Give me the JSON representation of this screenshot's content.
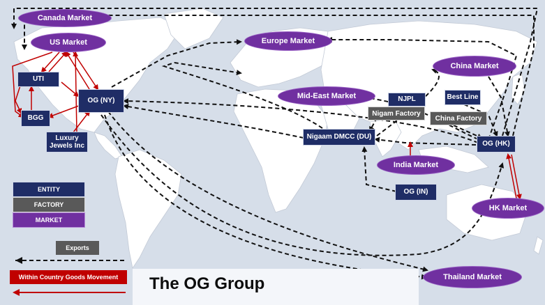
{
  "title": "The OG Group",
  "colors": {
    "entity": "#1f2d66",
    "factory": "#595959",
    "market": "#7030a0",
    "export_arrow": "#111111",
    "domestic_arrow": "#c00000",
    "land": "#ffffff",
    "sea": "#d6dee9"
  },
  "entities": {
    "uti": "UTI",
    "og_ny": "OG (NY)",
    "bgg": "BGG",
    "luxury_jewels": "Luxury\nJewels Inc",
    "njpl": "NJPL",
    "best_line": "Best Line",
    "nigaam_dmcc": "Nigaam DMCC (DU)",
    "og_hk": "OG (HK)",
    "og_in": "OG (IN)"
  },
  "factories": {
    "nigam_factory": "Nigam Factory",
    "china_factory": "China Factory"
  },
  "markets": {
    "canada": "Canada Market",
    "us": "US Market",
    "europe": "Europe Market",
    "china": "China Market",
    "mid_east": "Mid-East Market",
    "india": "India Market",
    "hk": "HK Market",
    "thailand": "Thailand Market"
  },
  "legend": {
    "entity": "ENTITY",
    "factory": "FACTORY",
    "market": "MARKET",
    "exports": "Exports",
    "within_country": "Within Country Goods Movement"
  }
}
